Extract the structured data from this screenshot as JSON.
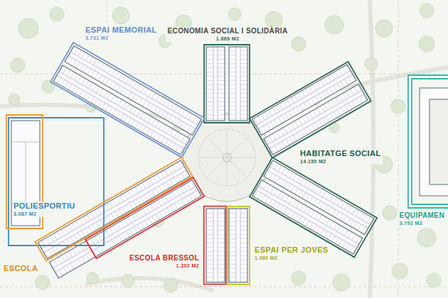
{
  "diagram": {
    "nodes": [
      {
        "text": [
          "ECONOMIA SOCIAL I SOLIDÀRIA",
          "1.869 M2"
        ]
      },
      {
        "text": [
          "ESPAI MEMORIAL",
          "3.731 M2"
        ]
      },
      {
        "text": [
          "HABITATGE SOCIAL",
          "14.150 M2"
        ]
      },
      {
        "text": [
          "POLIESPORTIU",
          "3.087 M2"
        ]
      },
      {
        "text": [
          "EQUIPAMEN",
          "3.792 M2"
        ]
      },
      {
        "text": [
          "ESPAI PER JOVES",
          "1.980 M2"
        ]
      },
      {
        "text": [
          "ESCOLA BRESSOL",
          "1.202 M2"
        ]
      },
      {
        "text": [
          "ESCOLA"
        ]
      }
    ]
  }
}
